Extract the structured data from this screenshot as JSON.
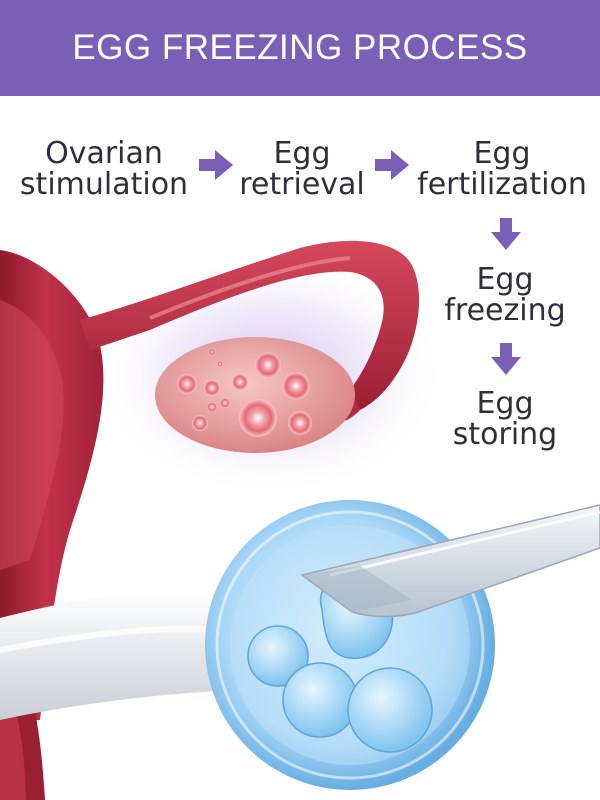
{
  "header": {
    "title": "EGG FREEZING PROCESS"
  },
  "steps": [
    {
      "line1": "Ovarian",
      "line2": "stimulation"
    },
    {
      "line1": "Egg",
      "line2": "retrieval"
    },
    {
      "line1": "Egg",
      "line2": "fertilization"
    },
    {
      "line1": "Egg",
      "line2": "freezing"
    },
    {
      "line1": "Egg",
      "line2": "storing"
    }
  ],
  "colors": {
    "header_bg": "#7b5eb6",
    "arrow": "#7b5eb6",
    "uterus": "#b8283f",
    "ovary": "#e79a9c",
    "egg_cell": "#8cc8f0",
    "text": "#2f2f3a"
  }
}
